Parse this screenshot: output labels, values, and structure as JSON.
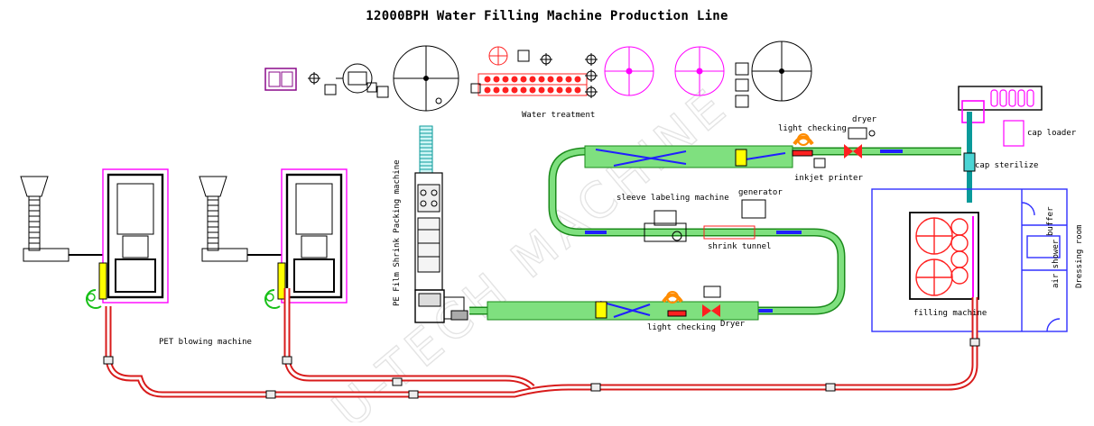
{
  "title": "12000BPH Water Filling Machine Production Line",
  "labels": {
    "water_treatment": "Water treatment",
    "light_checking_top": "light checking",
    "dryer_top": "dryer",
    "cap_loader": "cap loader",
    "cap_sterilize": "cap sterilize",
    "inkjet_printer": "inkjet printer",
    "sleeve_labeling": "sleeve labeling machine",
    "generator": "generator",
    "shrink_tunnel": "shrink tunnel",
    "pe_film": "PE Film Shrink Packing machine",
    "pet_blowing": "PET blowing machine",
    "light_checking_bottom": "light checking",
    "dryer_bottom": "Dryer",
    "filling_machine": "filling machine",
    "buffer": "buffer",
    "air_shower": "air shower",
    "dressing_room": "Dressing room"
  },
  "watermark": "U-TECH MACHINE",
  "colors": {
    "conveyor_fill": "#7fe07f",
    "conveyor_edge": "#1a8a1a",
    "machine_magenta": "#ff00ff",
    "machine_red": "#ff2020",
    "machine_blue": "#2020ff",
    "orange": "#ff8c00",
    "pipe_red": "#d81b1b",
    "room_blue": "#3030ff",
    "watermark": "#cfcfcf"
  }
}
